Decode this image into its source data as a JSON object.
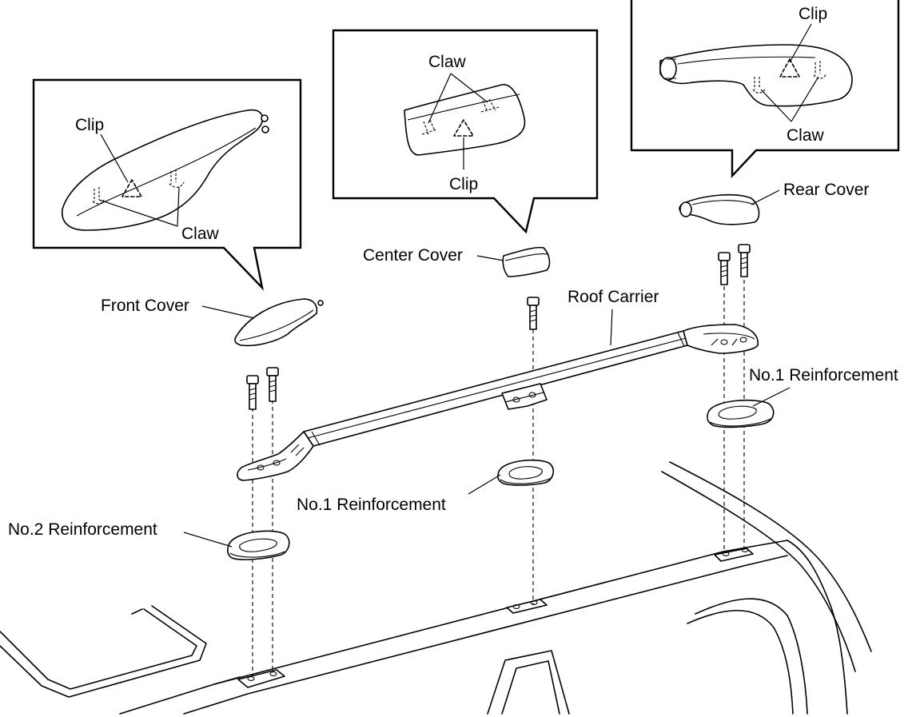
{
  "labels": {
    "front_cover": "Front Cover",
    "center_cover": "Center Cover",
    "rear_cover": "Rear Cover",
    "roof_carrier": "Roof Carrier",
    "no1_reinforcement_rear": "No.1 Reinforcement",
    "no1_reinforcement_center": "No.1 Reinforcement",
    "no2_reinforcement": "No.2 Reinforcement"
  },
  "callouts": {
    "front": {
      "clip": "Clip",
      "claw": "Claw"
    },
    "center": {
      "clip": "Clip",
      "claw": "Claw"
    },
    "rear": {
      "clip": "Clip",
      "claw": "Claw"
    }
  }
}
